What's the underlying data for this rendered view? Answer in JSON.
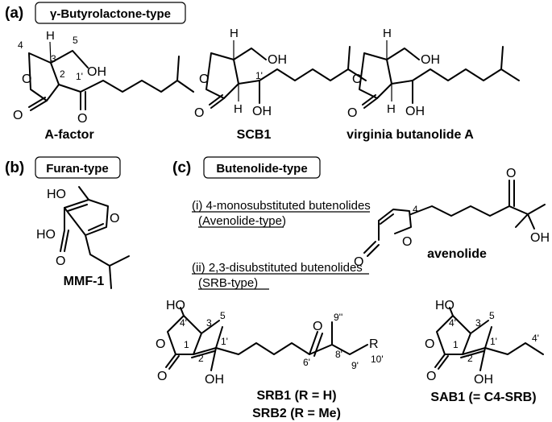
{
  "sections": {
    "a": {
      "tag": "(a)",
      "title": "γ-Butyrolactone-type"
    },
    "b": {
      "tag": "(b)",
      "title": "Furan-type"
    },
    "c": {
      "tag": "(c)",
      "title": "Butenolide-type"
    }
  },
  "compounds": {
    "afactor": "A-factor",
    "scb1": "SCB1",
    "vba": "virginia butanolide A",
    "mmf1": "MMF-1",
    "avenolide": "avenolide",
    "srb1": "SRB1 (R = H)",
    "srb2": "SRB2 (R = Me)",
    "sab1": "SAB1 (= C4-SRB)"
  },
  "subclasses": {
    "i_line1": "(i) 4-monosubstituted butenolides",
    "i_line2": "(Avenolide-type)",
    "ii_line1": "(ii) 2,3-disubstituted butenolides",
    "ii_line2": "(SRB-type)"
  },
  "atoms": {
    "O": "O",
    "OH": "OH",
    "HO": "HO",
    "H": "H",
    "R": "R",
    "n1": "1",
    "n2": "2",
    "n3": "3",
    "n4": "4",
    "n5": "5",
    "n1p": "1'",
    "n4p": "4'",
    "n6p": "6'",
    "n8p": "8'",
    "n9p": "9'",
    "n10p": "10'",
    "n9pp": "9''"
  }
}
